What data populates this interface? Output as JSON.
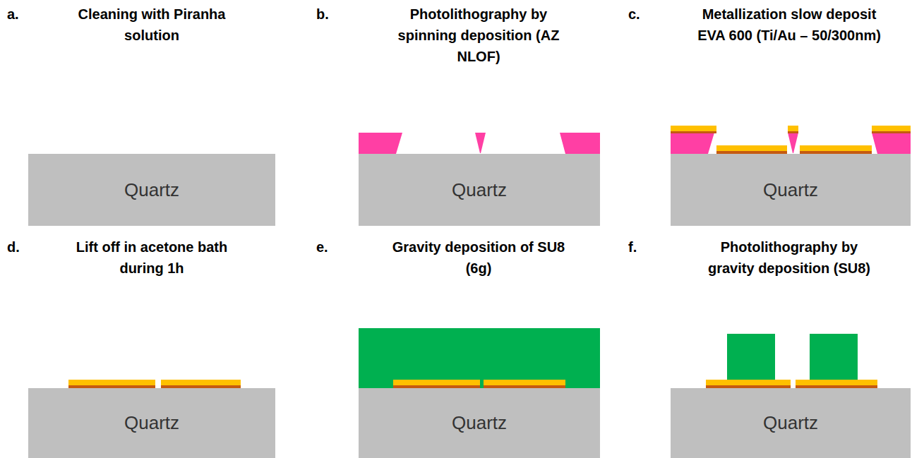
{
  "diagram": {
    "nodes": [
      {
        "text": [
          "Quartz"
        ]
      },
      {
        "text": [
          "Quartz"
        ]
      },
      {
        "text": [
          "Quartz"
        ]
      },
      {
        "text": [
          "Quartz"
        ]
      },
      {
        "text": [
          "Quartz"
        ]
      },
      {
        "text": [
          "Quartz"
        ]
      }
    ],
    "labels": [
      "a.",
      "Cleaning with Piranha solution",
      "b.",
      "Photolithography by spinning deposition (AZ NLOF)",
      "c.",
      "Metallization slow deposit EVA 600 (Ti/Au – 50/300nm)",
      "d.",
      "Lift off in acetone bath during 1h",
      "e.",
      "Gravity deposition of SU8 (6g)",
      "f.",
      "Photolithography by gravity deposition (SU8)"
    ]
  }
}
